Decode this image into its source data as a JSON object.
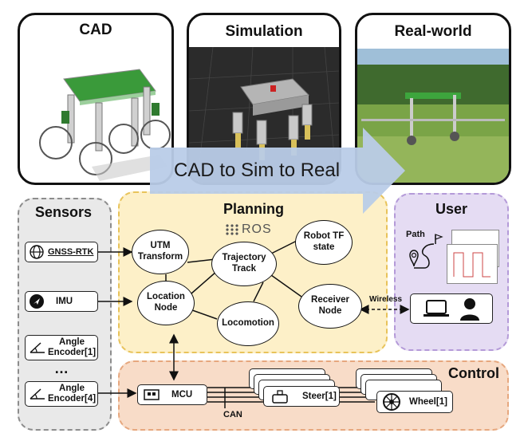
{
  "panels": {
    "cad": "CAD",
    "simulation": "Simulation",
    "real_world": "Real-world"
  },
  "banner": "CAD to Sim to Real",
  "sensors": {
    "title": "Sensors",
    "gnss": "GNSS-RTK",
    "imu": "IMU",
    "angle_encoder_1": "Angle Encoder[1]",
    "ellipsis": "…",
    "angle_encoder_4": "Angle Encoder[4]"
  },
  "planning": {
    "title": "Planning",
    "ros_logo": "ROS",
    "nodes": {
      "utm": "UTM Transform",
      "robot_tf": "Robot TF state",
      "trajectory": "Trajectory Track",
      "location": "Location Node",
      "receiver": "Receiver Node",
      "locomotion": "Locomotion"
    }
  },
  "user": {
    "title": "User",
    "path_label": "Path",
    "wireless": "Wireless"
  },
  "control": {
    "title": "Control",
    "mcu": "MCU",
    "can": "CAN",
    "steer": "Steer[1]",
    "wheel": "Wheel[1]"
  },
  "colors": {
    "sensors_fill": "#e9e9e9",
    "sensors_border": "#8c8c8c",
    "planning_fill": "#fdf0c8",
    "planning_border": "#e8c35a",
    "user_fill": "#e5dcf3",
    "user_border": "#b49ad8",
    "control_fill": "#f8dcc8",
    "control_border": "#e6a77e",
    "arrow_banner": "#b9cce8"
  }
}
